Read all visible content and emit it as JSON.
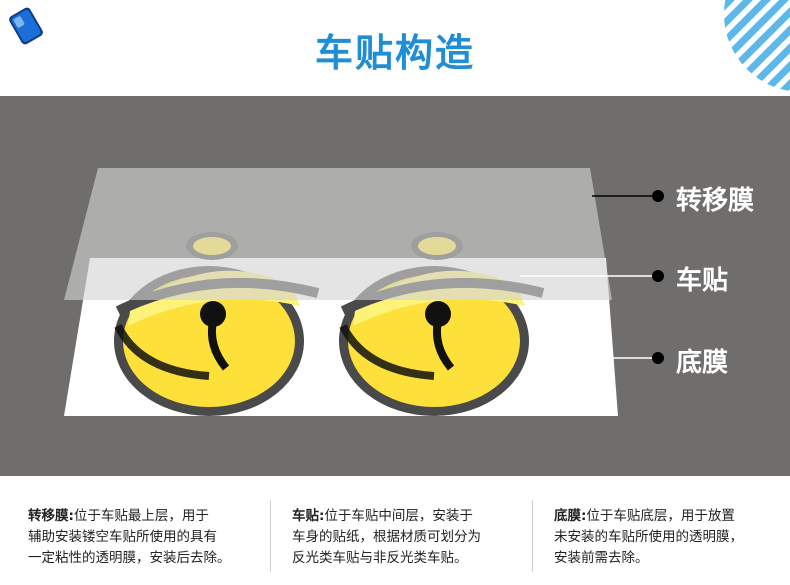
{
  "header": {
    "title": "车贴构造"
  },
  "layers": {
    "transfer_film": "转移膜",
    "sticker": "车贴",
    "base_film": "底膜"
  },
  "descriptions": [
    {
      "term": "转移膜:",
      "lines": [
        "位于车贴最上层，用于",
        "辅助安装镂空车贴所使用的具有",
        "一定粘性的透明膜，安装后去除。"
      ]
    },
    {
      "term": "车贴:",
      "lines": [
        "位于车贴中间层，安装于",
        "车身的贴纸，根据材质可划分为",
        "反光类车贴与非反光类车贴。"
      ]
    },
    {
      "term": "底膜:",
      "lines": [
        "位于车贴底层，用于放置",
        "未安装的车贴所使用的透明膜，",
        "安装前需去除。"
      ]
    }
  ],
  "colors": {
    "title_blue": "#1f8ed4",
    "panel_gray": "#6f6e6c",
    "bell_yellow": "#fde13a",
    "bell_light_yellow": "#fdf27a",
    "stripe_blue": "#5bb8e8",
    "logo_blue": "#1b6fd6"
  },
  "icons": [
    "logo-icon",
    "decorative-stripes-icon",
    "bell-sticker-icon"
  ]
}
